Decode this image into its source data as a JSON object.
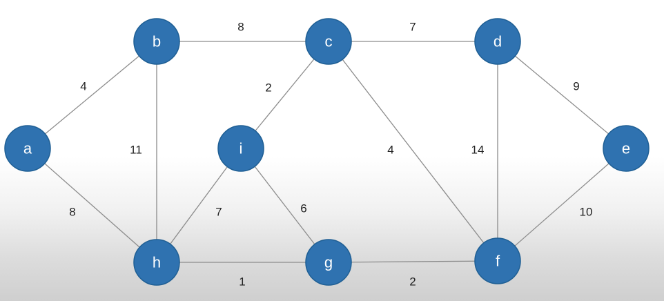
{
  "graph": {
    "node_color": "#2f72b0",
    "edge_color": "#8c8c8c",
    "nodes": [
      {
        "id": "a",
        "label": "a"
      },
      {
        "id": "b",
        "label": "b"
      },
      {
        "id": "c",
        "label": "c"
      },
      {
        "id": "d",
        "label": "d"
      },
      {
        "id": "e",
        "label": "e"
      },
      {
        "id": "f",
        "label": "f"
      },
      {
        "id": "g",
        "label": "g"
      },
      {
        "id": "h",
        "label": "h"
      },
      {
        "id": "i",
        "label": "i"
      }
    ],
    "edges": [
      {
        "from": "a",
        "to": "b",
        "weight": "4"
      },
      {
        "from": "a",
        "to": "h",
        "weight": "8"
      },
      {
        "from": "b",
        "to": "c",
        "weight": "8"
      },
      {
        "from": "b",
        "to": "h",
        "weight": "11"
      },
      {
        "from": "c",
        "to": "d",
        "weight": "7"
      },
      {
        "from": "c",
        "to": "i",
        "weight": "2"
      },
      {
        "from": "c",
        "to": "f",
        "weight": "4"
      },
      {
        "from": "d",
        "to": "e",
        "weight": "9"
      },
      {
        "from": "d",
        "to": "f",
        "weight": "14"
      },
      {
        "from": "e",
        "to": "f",
        "weight": "10"
      },
      {
        "from": "i",
        "to": "h",
        "weight": "7"
      },
      {
        "from": "i",
        "to": "g",
        "weight": "6"
      },
      {
        "from": "h",
        "to": "g",
        "weight": "1"
      },
      {
        "from": "g",
        "to": "f",
        "weight": "2"
      }
    ]
  }
}
